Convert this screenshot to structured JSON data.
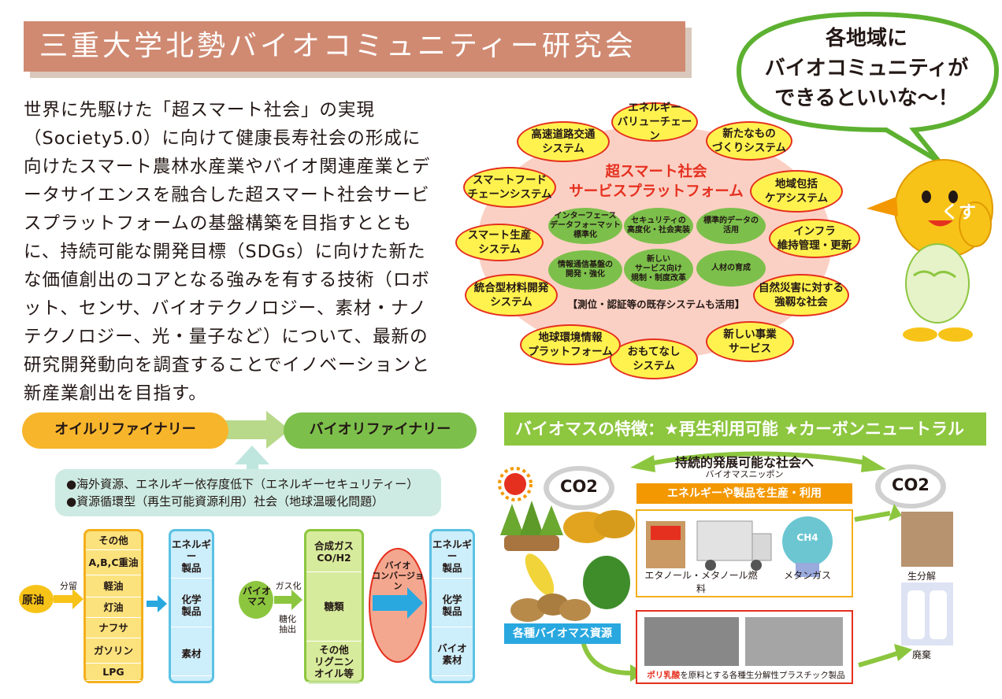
{
  "title": "三重大学北勢バイオコミュニティー研究会",
  "intro": "世界に先駆けた「超スマート社会」の実現（Society5.0）に向けて健康長寿社会の形成に向けたスマート農林水産業やバイオ関連産業とデータサイエンスを融合した超スマート社会サービスプラットフォームの基盤構築を目指すとともに、持続可能な開発目標（SDGs）に向けた新たな価値創出のコアとなる強みを有する技術（ロボット、センサ、バイオテクノロジー、素材・ナノテクノロジー、光・量子など）について、最新の研究開発動向を調査することでイノベーションと新産業創出を目指す。",
  "bubble": {
    "line1": "各地域に",
    "line2": "バイオコミュニティが",
    "line3": "できるといいな〜！"
  },
  "mascot": {
    "label": "くす"
  },
  "platform": {
    "title1": "超スマート社会",
    "title2": "サービスプラットフォーム",
    "outer": [
      "エネルギー\nバリューチェーン",
      "新たなもの\nづくりシステム",
      "地域包括\nケアシステム",
      "インフラ\n維持管理・更新",
      "自然災害に対する\n強靱な社会",
      "新しい事業\nサービス",
      "おもてなし\nシステム",
      "地球環境情報\nプラットフォーム",
      "統合型材料開発\nシステム",
      "スマート生産\nシステム",
      "スマートフード\nチェーンシステム",
      "高速道路交通\nシステム"
    ],
    "inner": [
      "インターフェース\nデータフォーマット\n標準化",
      "セキュリティの\n高度化・社会実装",
      "標準的データの\n活用",
      "情報通信基盤の\n開発・強化",
      "新しい\nサービス向け\n規制・制度改革",
      "人材の育成"
    ],
    "footer": "【測位・認証等の既存システムも活用】"
  },
  "refinery": {
    "oil": "オイルリファイナリー",
    "bio": "バイオリファイナリー",
    "notes": [
      "●海外資源、エネルギー依存度低下（エネルギーセキュリティー）",
      "●資源循環型（再生可能資源利用）社会（地球温暖化問題）"
    ],
    "crude": "原油",
    "bunryu": "分留",
    "oil_column": [
      "その他",
      "A,B,C重油",
      "軽油",
      "灯油",
      "ナフサ",
      "ガソリン",
      "LPG"
    ],
    "products1": [
      "エネルギー\n製品",
      "化学\n製品",
      "素材"
    ],
    "biomass": "バイオ\nマス",
    "gasify": "ガス化",
    "saccharify": "糖化\n抽出",
    "bio_column": [
      "合成ガス\nCO/H2",
      "糖類",
      "その他\nリグニン\nオイル等"
    ],
    "conversion": "バイオ\nコンバージョン",
    "products2": [
      "エネルギー\n製品",
      "化学\n製品",
      "バイオ\n素材"
    ]
  },
  "biomass_panel": {
    "header": "バイオマスの特徴：★再生利用可能 ★カーボンニュートラル",
    "co2_left": "CO2",
    "co2_right": "CO2",
    "sustainable": "持続的発展可能な社会へ",
    "nippon": "バイオマスニッポン",
    "produce": "エネルギーや製品を生産・利用",
    "fuel": "エタノール・メタノール燃料",
    "methane": "メタンガス",
    "ch4": "CH4",
    "resources": "各種バイオマス資源",
    "plastic_red": "ポリ乳酸",
    "plastic_rest": "を原料とする各種生分解性プラスチック製品",
    "biodegrade": "生分解",
    "waste": "廃棄"
  }
}
